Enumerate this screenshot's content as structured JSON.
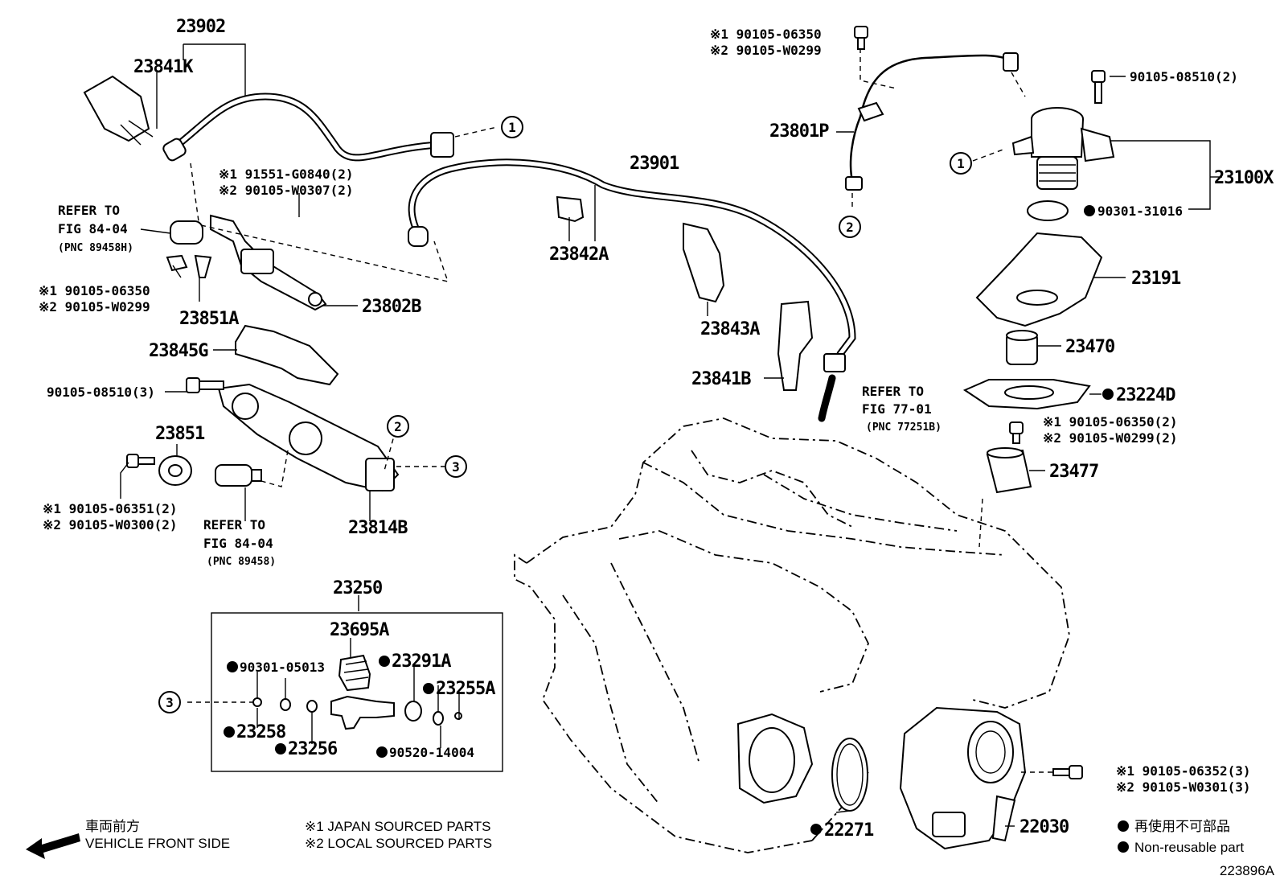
{
  "diagram_id": "223896A",
  "labels": {
    "p23902": "23902",
    "p23841K": "23841K",
    "s1_91551": "※1 91551-G0840(2)",
    "s2_90105_w0307": "※2 90105-W0307(2)",
    "refer_fig_a1": "REFER TO",
    "refer_fig_a2": "FIG 84-04",
    "refer_fig_a3": "(PNC 89458H)",
    "s1_90105_06350_a": "※1 90105-06350",
    "s2_90105_w0299_a": "※2 90105-W0299",
    "p23851A": "23851A",
    "p23802B": "23802B",
    "p23845G": "23845G",
    "bolt_08510_3": "90105-08510(3)",
    "p23851": "23851",
    "s1_90105_06351": "※1 90105-06351(2)",
    "s2_90105_w0300": "※2 90105-W0300(2)",
    "refer_fig_b1": "REFER TO",
    "refer_fig_b2": "FIG 84-04",
    "refer_fig_b3": "(PNC 89458)",
    "p23814B": "23814B",
    "p23250": "23250",
    "p23695A": "23695A",
    "p90301_05013": "90301-05013",
    "p23291A": "23291A",
    "p23255A": "23255A",
    "p23258": "23258",
    "p23256": "23256",
    "p90520_14004": "90520-14004",
    "p23901": "23901",
    "p23842A": "23842A",
    "p23843A": "23843A",
    "p23841B": "23841B",
    "refer_fig_c1": "REFER TO",
    "refer_fig_c2": "FIG 77-01",
    "refer_fig_c3": "(PNC 77251B)",
    "s1_90105_06350_b": "※1 90105-06350",
    "s2_90105_w0299_b": "※2 90105-W0299",
    "p23801P": "23801P",
    "bolt_08510_2": "90105-08510(2)",
    "p23100X": "23100X",
    "p90301_31016": "90301-31016",
    "p23191": "23191",
    "p23470": "23470",
    "p23224D": "23224D",
    "s1_90105_06350_2": "※1 90105-06350(2)",
    "s2_90105_w0299_2": "※2 90105-W0299(2)",
    "p23477": "23477",
    "s1_90105_06352": "※1 90105-06352(3)",
    "s2_90105_w0301": "※2 90105-W0301(3)",
    "p22271": "22271",
    "p22030": "22030"
  },
  "callouts": {
    "c1": "1",
    "c2": "2",
    "c3": "3"
  },
  "legend": {
    "vehicle_front_jp": "車両前方",
    "vehicle_front_en": "VEHICLE FRONT SIDE",
    "japan_sourced": "※1  JAPAN SOURCED PARTS",
    "local_sourced": "※2  LOCAL SOURCED PARTS",
    "non_reusable_jp": "再使用不可部品",
    "non_reusable_en": "Non-reusable part"
  },
  "colors": {
    "ink": "#000000",
    "paper": "#ffffff"
  }
}
